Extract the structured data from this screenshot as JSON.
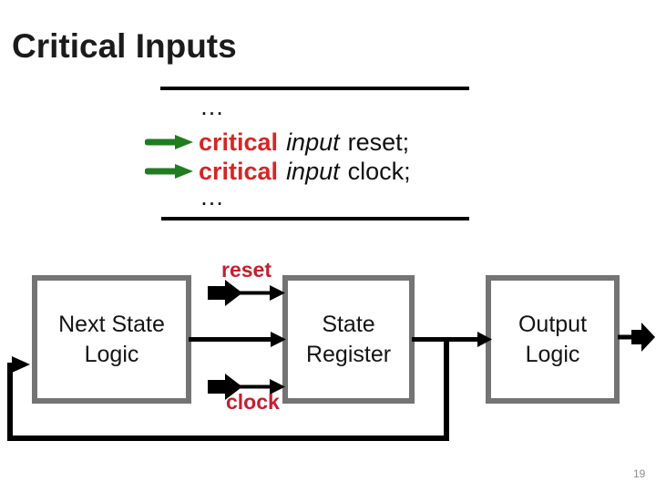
{
  "slide": {
    "title": "Critical Inputs",
    "page_number": "19"
  },
  "code_block": {
    "ellipsis_top": "…",
    "lines": [
      {
        "keyword": "critical",
        "modifier": "input",
        "rest": "reset;"
      },
      {
        "keyword": "critical",
        "modifier": "input",
        "rest": "clock;"
      }
    ],
    "ellipsis_bottom": "…"
  },
  "diagram": {
    "signals": {
      "reset": "reset",
      "clock": "clock"
    },
    "boxes": [
      {
        "id": "next-state-logic",
        "label": "Next State Logic"
      },
      {
        "id": "state-register",
        "label": "State Register"
      },
      {
        "id": "output-logic",
        "label": "Output Logic"
      }
    ]
  },
  "colors": {
    "keyword_red": "#d42626",
    "signal_label_red": "#c41f30",
    "arrow_green": "#1f7d1f",
    "box_border_gray": "#747474",
    "connector_black": "#000000",
    "page_number_gray": "#8e8e8e"
  }
}
